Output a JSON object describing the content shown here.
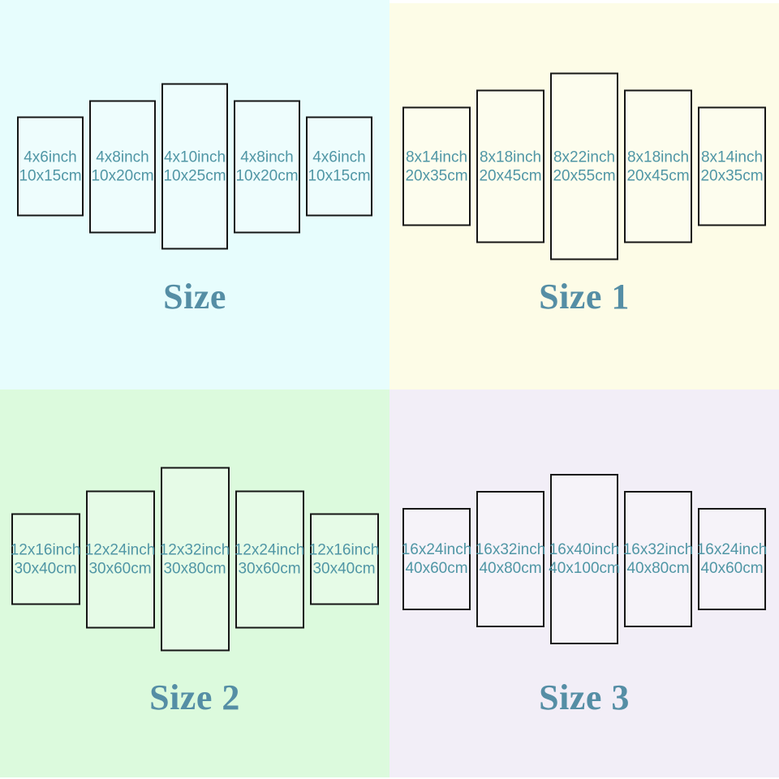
{
  "colors": {
    "label_text": "#5096a5",
    "title_text": "#558ea5",
    "panel_border": "#161616",
    "edge_strip": "#ffffff"
  },
  "quadrants": [
    {
      "title": "Size",
      "bg_color": "#e7fdfd",
      "panels": [
        {
          "inch": "4x6inch",
          "cm": "10x15cm"
        },
        {
          "inch": "4x8inch",
          "cm": "10x20cm"
        },
        {
          "inch": "4x10inch",
          "cm": "10x25cm"
        },
        {
          "inch": "4x8inch",
          "cm": "10x20cm"
        },
        {
          "inch": "4x6inch",
          "cm": "10x15cm"
        }
      ]
    },
    {
      "title": "Size 1",
      "bg_color": "#fdfce7",
      "panels": [
        {
          "inch": "8x14inch",
          "cm": "20x35cm"
        },
        {
          "inch": "8x18inch",
          "cm": "20x45cm"
        },
        {
          "inch": "8x22inch",
          "cm": "20x55cm"
        },
        {
          "inch": "8x18inch",
          "cm": "20x45cm"
        },
        {
          "inch": "8x14inch",
          "cm": "20x35cm"
        }
      ]
    },
    {
      "title": "Size 2",
      "bg_color": "#dcfadd",
      "panels": [
        {
          "inch": "12x16inch",
          "cm": "30x40cm"
        },
        {
          "inch": "12x24inch",
          "cm": "30x60cm"
        },
        {
          "inch": "12x32inch",
          "cm": "30x80cm"
        },
        {
          "inch": "12x24inch",
          "cm": "30x60cm"
        },
        {
          "inch": "12x16inch",
          "cm": "30x40cm"
        }
      ]
    },
    {
      "title": "Size 3",
      "bg_color": "#f2eef7",
      "panels": [
        {
          "inch": "16x24inch",
          "cm": "40x60cm"
        },
        {
          "inch": "16x32inch",
          "cm": "40x80cm"
        },
        {
          "inch": "16x40inch",
          "cm": "40x100cm"
        },
        {
          "inch": "16x32inch",
          "cm": "40x80cm"
        },
        {
          "inch": "16x24inch",
          "cm": "40x60cm"
        }
      ]
    }
  ]
}
